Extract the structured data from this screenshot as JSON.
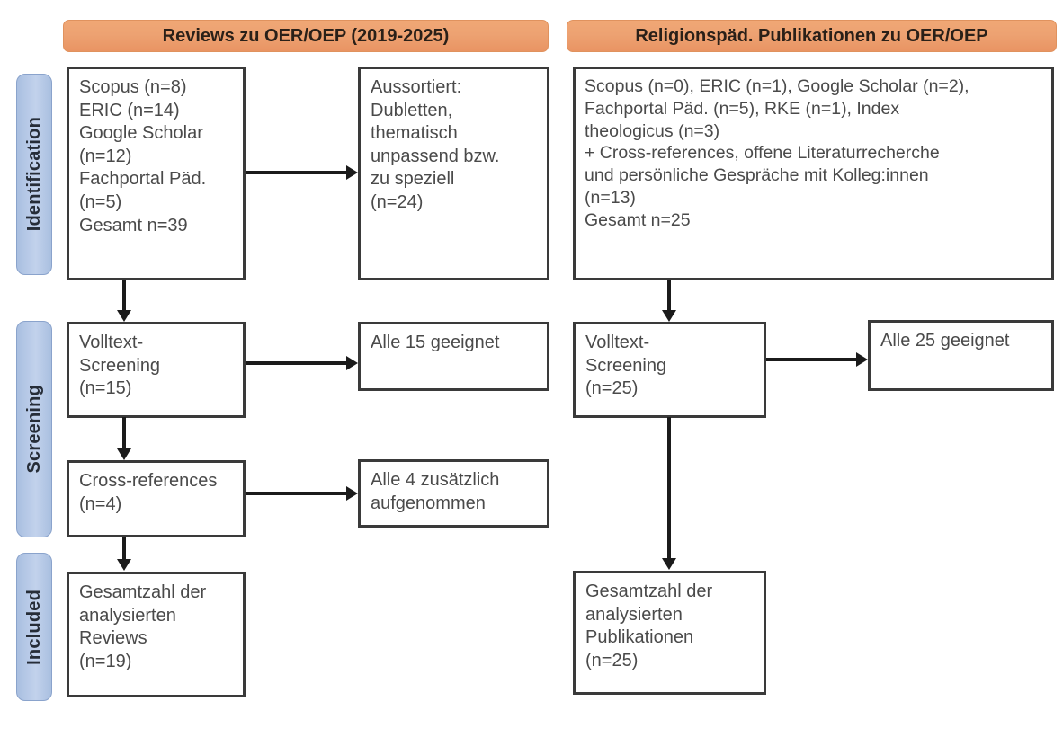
{
  "diagram": {
    "type": "prisma-flow-diagram",
    "title": "PRISMA-Flussdiagramm OER/OEP",
    "colors": {
      "banner": "#eda272",
      "phase_bar": "#b9cbe8",
      "box_border": "#3a3a3a",
      "connector": "#1b1b1b",
      "text": "#4a4a4a"
    }
  },
  "phases": [
    {
      "id": "identification",
      "label": "Identification"
    },
    {
      "id": "screening",
      "label": "Screening"
    },
    {
      "id": "included",
      "label": "Included"
    }
  ],
  "columns": [
    {
      "id": "left",
      "banner": "Reviews zu OER/OEP (2019-2025)"
    },
    {
      "id": "right",
      "banner": "Religionspäd. Publikationen zu OER/OEP"
    }
  ],
  "boxes": {
    "left_identification_sources": "Scopus (n=8)\nERIC (n=14)\nGoogle Scholar\n(n=12)\nFachportal Päd.\n(n=5)\nGesamt n=39",
    "left_excluded": "Aussortiert:\nDubletten,\nthematisch\nunpassend bzw.\nzu speziell\n(n=24)",
    "left_fulltext_screening": "Volltext-\nScreening\n(n=15)",
    "left_all_eligible": "Alle 15 geeignet",
    "left_cross_references": "Cross-references\n(n=4)",
    "left_all_added": "Alle 4 zusätzlich\naufgenommen",
    "left_included_total": "Gesamtzahl der\nanalysierten\nReviews\n(n=19)",
    "right_identification_sources": "Scopus (n=0), ERIC (n=1), Google Scholar (n=2),\nFachportal Päd. (n=5), RKE (n=1), Index\ntheologicus (n=3)\n+ Cross-references, offene Literaturrecherche\nund persönliche Gespräche mit Kolleg:innen\n(n=13)\nGesamt n=25",
    "right_fulltext_screening": "Volltext-\nScreening\n(n=25)",
    "right_all_eligible": "Alle 25 geeignet",
    "right_included_total": "Gesamtzahl der\nanalysierten\nPublikationen\n(n=25)"
  },
  "counts": {
    "left_scopus": 8,
    "left_eric": 14,
    "left_google_scholar": 12,
    "left_fachportal": 5,
    "left_total_identified": 39,
    "left_excluded": 24,
    "left_fulltext_screened": 15,
    "left_all_eligible": 15,
    "left_cross_references": 4,
    "left_all_added": 4,
    "left_included": 19,
    "right_scopus": 0,
    "right_eric": 1,
    "right_google_scholar": 2,
    "right_fachportal": 5,
    "right_rke": 1,
    "right_index_theologicus": 3,
    "right_other_sources": 13,
    "right_total_identified": 25,
    "right_fulltext_screened": 25,
    "right_all_eligible": 25,
    "right_included": 25
  }
}
